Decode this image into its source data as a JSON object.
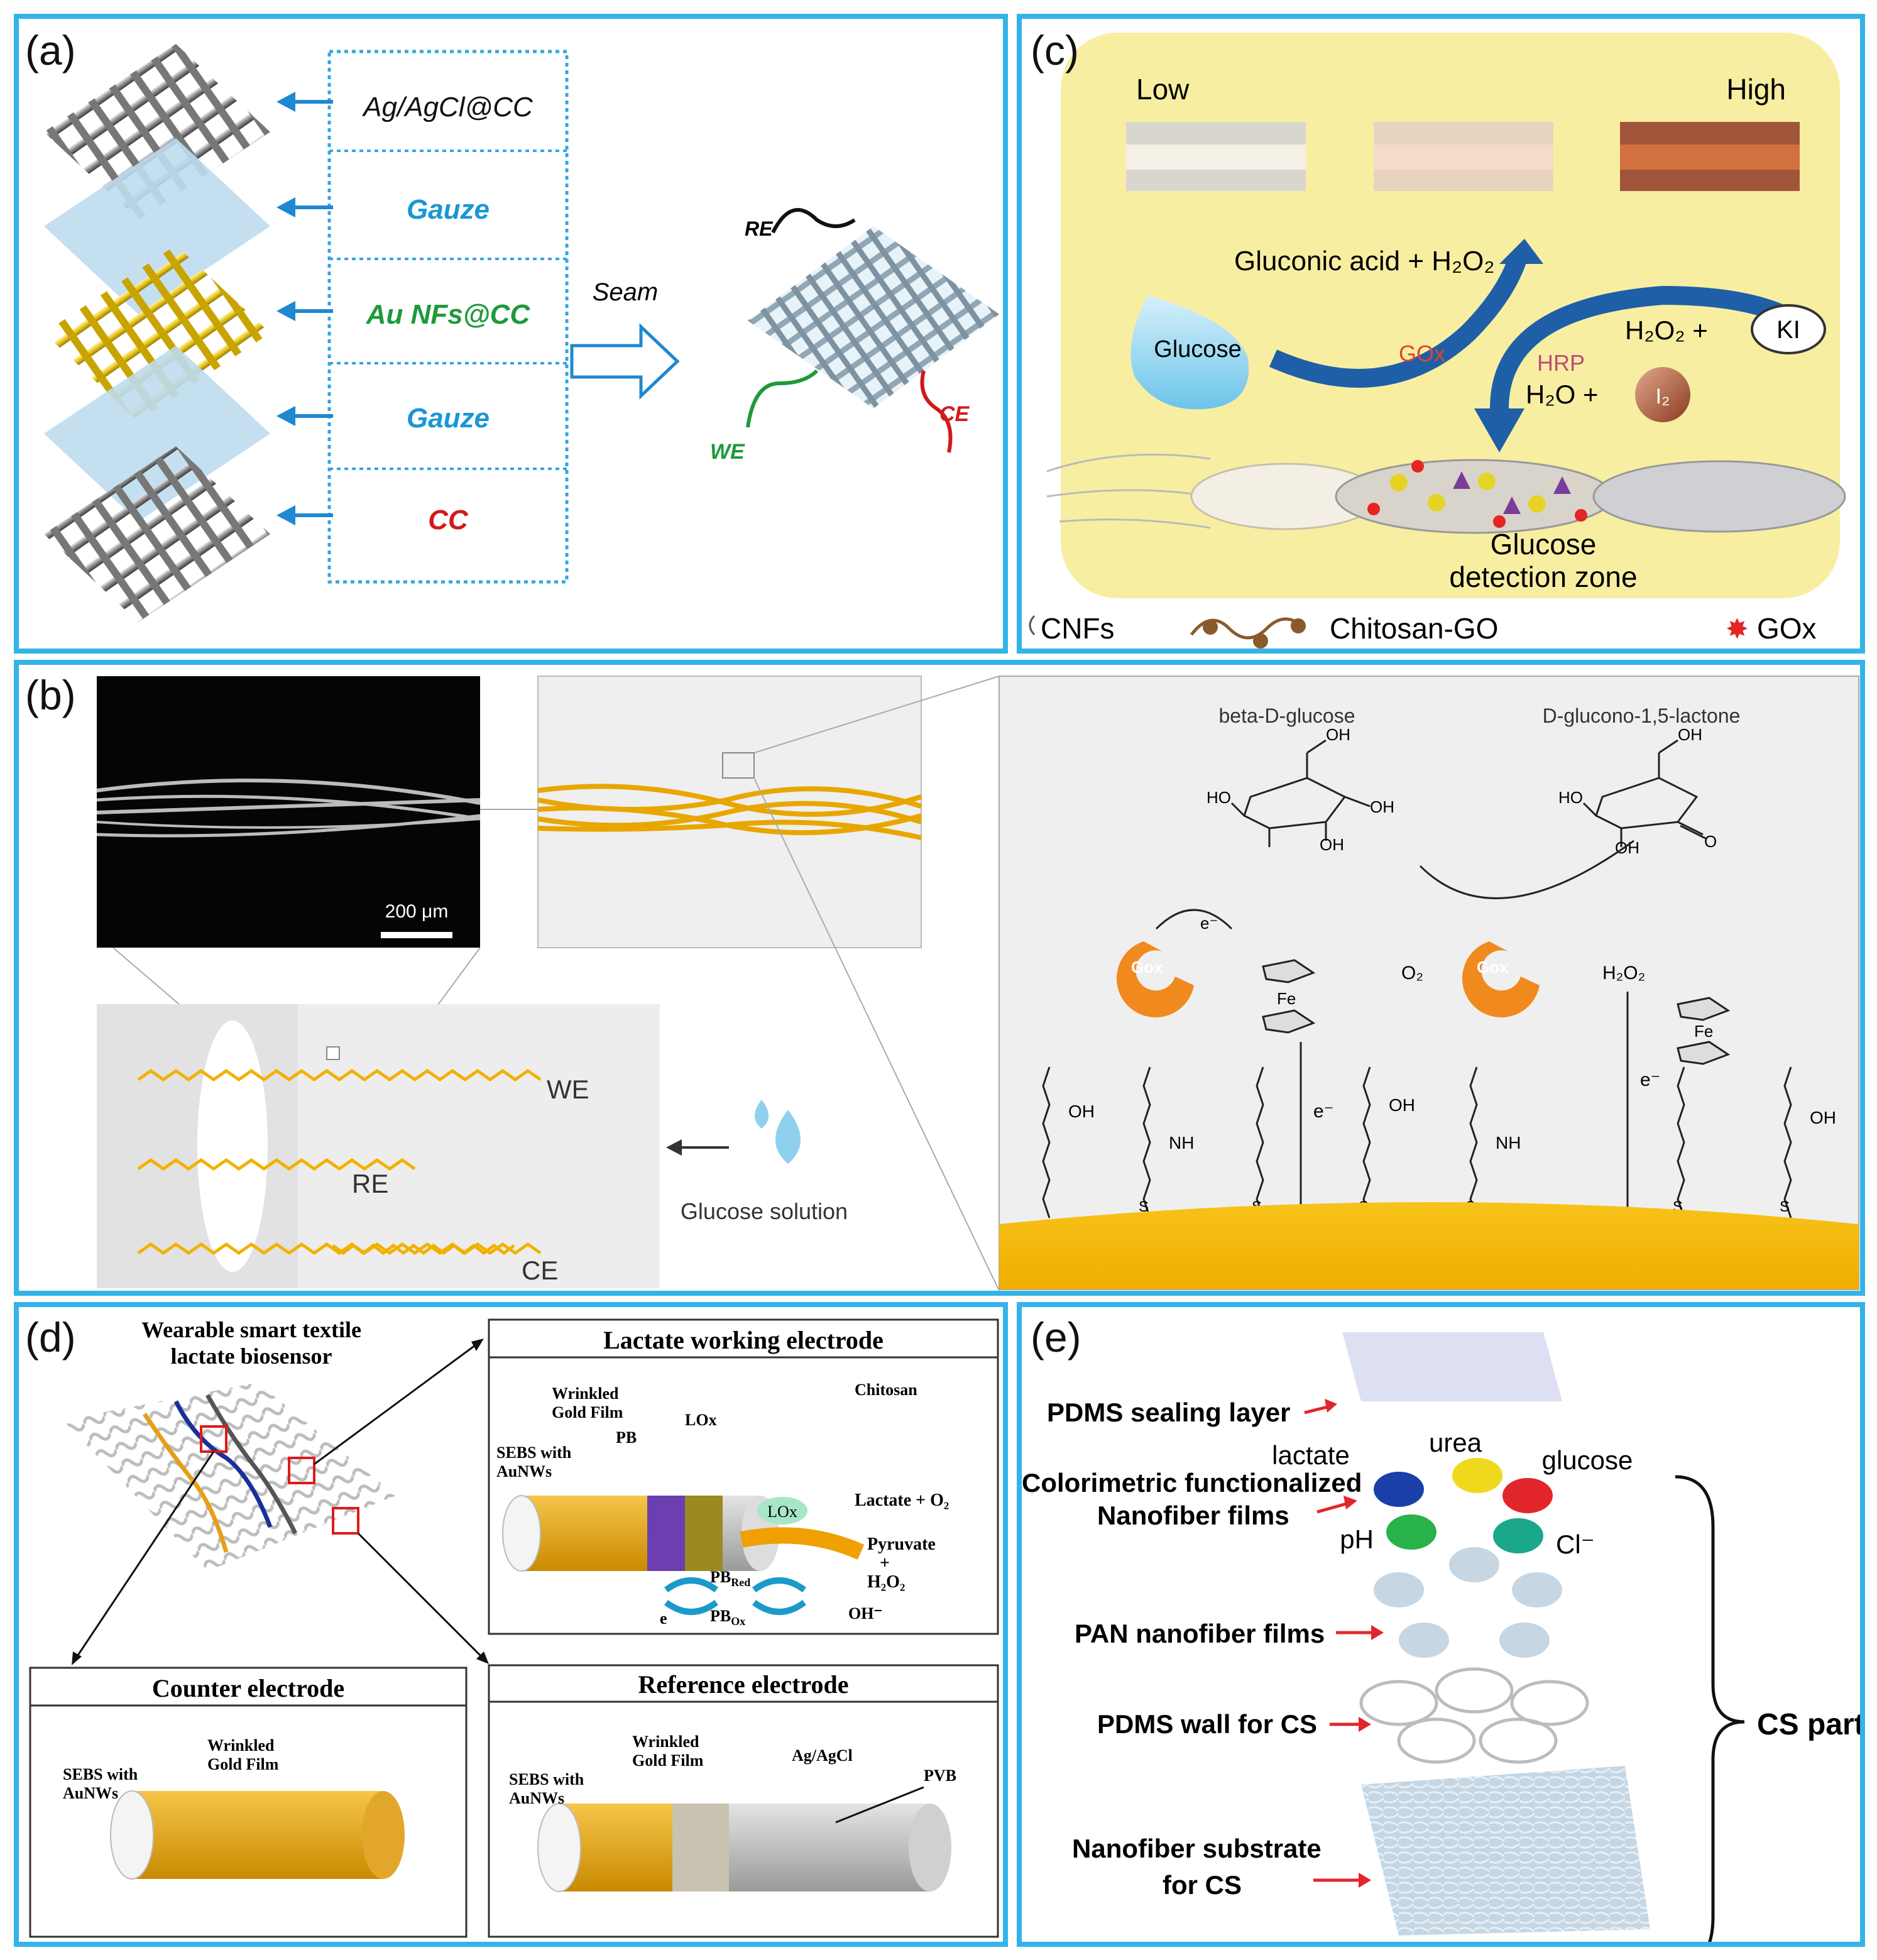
{
  "panel_a": {
    "label": "(a)",
    "layers": [
      "Ag/AgCl@CC",
      "Gauze",
      "Au NFs@CC",
      "Gauze",
      "CC"
    ],
    "layer_colors": [
      "#111111",
      "#1a96d4",
      "#1e9a3a",
      "#1a96d4",
      "#d11a1a"
    ],
    "seam": "Seam",
    "re": "RE",
    "we": "WE",
    "ce": "CE"
  },
  "panel_b": {
    "label": "(b)",
    "scale_bar": "200 μm",
    "we": "WE",
    "re": "RE",
    "ce": "CE",
    "glucose_solution": "Glucose solution",
    "beta_glucose": "beta-D-glucose",
    "glucono_lactone": "D-glucono-1,5-lactone",
    "gox": "Gox",
    "fe": "Fe",
    "oh": "OH",
    "nh": "NH",
    "s": "S",
    "ho": "HO",
    "o": "O",
    "e_minus": "e⁻",
    "o2": "O₂",
    "h2o2": "H₂O₂"
  },
  "panel_c": {
    "label": "(c)",
    "low": "Low",
    "high": "High",
    "gluconic": "Gluconic acid + H₂O₂",
    "glucose": "Glucose",
    "gox": "GOx",
    "hrp": "HRP",
    "h2o2_plus": "H₂O₂ +",
    "ki": "KI",
    "h2o_plus": "H₂O +",
    "i2": "I₂",
    "zone_line1": "Glucose",
    "zone_line2": "detection zone",
    "legend_cnfs": "CNFs",
    "legend_chitosan": "Chitosan-GO",
    "legend_gox": "GOx"
  },
  "panel_d": {
    "label": "(d)",
    "title_line1": "Wearable smart textile",
    "title_line2": "lactate biosensor",
    "lactate_we": "Lactate working electrode",
    "counter": "Counter electrode",
    "reference": "Reference electrode",
    "wrinkled_1": "Wrinkled",
    "wrinkled_2": "Gold Film",
    "pb": "PB",
    "lox": "LOx",
    "chitosan": "Chitosan",
    "sebs_1": "SEBS with",
    "sebs_2": "AuNWs",
    "lactate_o2": "Lactate + O₂",
    "pyruvate": "Pyruvate",
    "plus": "+",
    "h2o2": "H₂O₂",
    "pb_red": "PB",
    "pb_red_sub": "Red",
    "pb_ox": "PB",
    "pb_ox_sub": "Ox",
    "e": "e",
    "oh_minus": "OH⁻",
    "agagcl": "Ag/AgCl",
    "pvb": "PVB"
  },
  "panel_e": {
    "label": "(e)",
    "sealing": "PDMS sealing  layer",
    "colorimetric_1": "Colorimetric functionalized",
    "colorimetric_2": "Nanofiber films",
    "pan": "PAN nanofiber films",
    "wall": "PDMS wall for CS",
    "substrate_1": "Nanofiber substrate",
    "substrate_2": "for CS",
    "lactate": "lactate",
    "urea": "urea",
    "glucose": "glucose",
    "ph": "pH",
    "cl": "Cl⁻",
    "cs_part": "CS  part",
    "dot_colors": [
      "#1a3fa8",
      "#f0d81c",
      "#e3262b",
      "#29b14a",
      "#1aa88c"
    ]
  }
}
